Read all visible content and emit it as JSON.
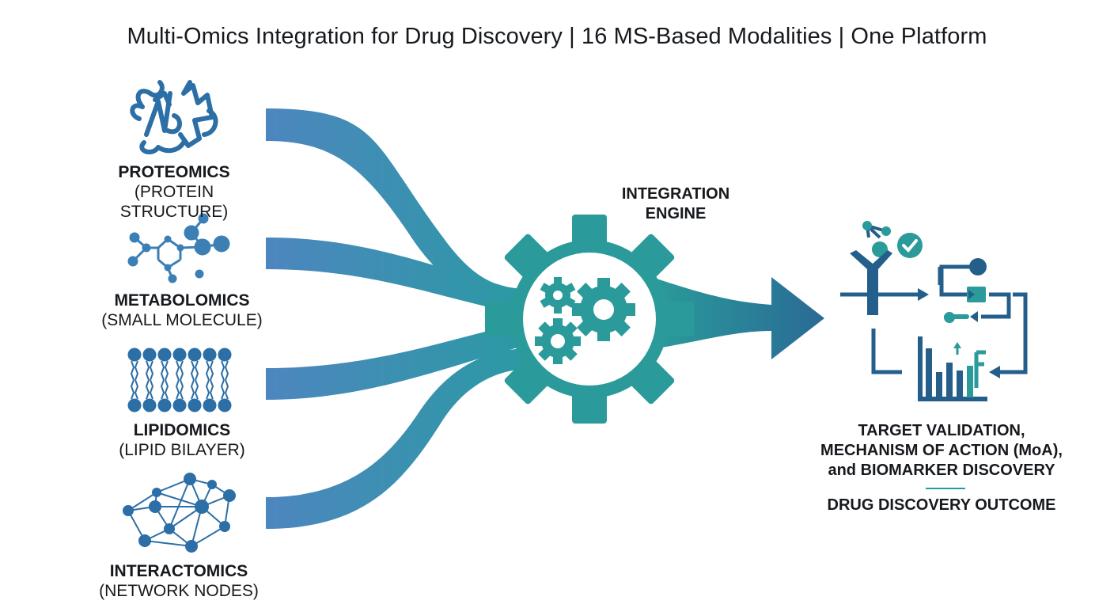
{
  "title": "Multi-Omics Integration for Drug Discovery | 16 MS-Based Modalities | One Platform",
  "inputs": [
    {
      "name": "PROTEOMICS",
      "detail": "(PROTEIN STRUCTURE)",
      "icon": "protein-structure-icon"
    },
    {
      "name": "METABOLOMICS",
      "detail": "(SMALL MOLECULE)",
      "icon": "small-molecule-icon"
    },
    {
      "name": "LIPIDOMICS",
      "detail": "(LIPID BILAYER)",
      "icon": "lipid-bilayer-icon"
    },
    {
      "name": "INTERACTOMICS",
      "detail": "(NETWORK NODES)",
      "icon": "network-nodes-icon"
    }
  ],
  "engine": {
    "line1": "INTEGRATION",
    "line2": "ENGINE",
    "icon": "gear-icon"
  },
  "outcome": {
    "lines": [
      "TARGET VALIDATION,",
      "MECHANISM OF ACTION (MoA),",
      "and BIOMARKER DISCOVERY"
    ],
    "caption": "DRUG DISCOVERY OUTCOME",
    "icon": "drug-discovery-workflow-icon"
  },
  "colors": {
    "stream_blue": "#4f8fc0",
    "teal": "#2a9a9a",
    "dark_blue": "#245f8c",
    "icon_blue": "#2c6ea6"
  }
}
